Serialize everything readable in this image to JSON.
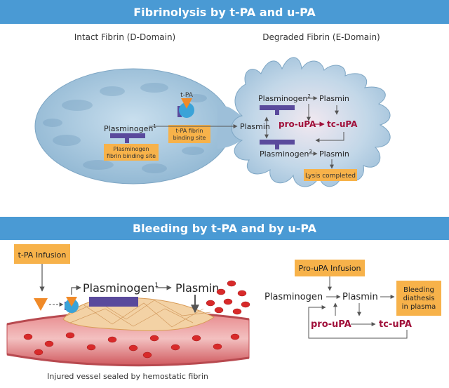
{
  "top_section": {
    "title": "Fibrinolysis by t-PA and u-PA",
    "intact_label": "Intact Fibrin (D-Domain)",
    "degraded_label": "Degraded Fibrin (E-Domain)",
    "tpa_label": "t-PA",
    "plasminogen1": "Plasminogen",
    "plasminogen1_sup": "1",
    "plasminogen_site": [
      "Plasminogen",
      "fibrin binding site"
    ],
    "tpa_site": [
      "t-PA fibrin",
      "binding site"
    ],
    "plasmin_center": "Plasmin",
    "plasminogen2": "Plasminogen",
    "plasminogen2_sup": "2",
    "plasmin_upper": "Plasmin",
    "pro_upa": "pro-uPA",
    "tc_upa": "tc-uPA",
    "plasminogen3": "Plasminogen",
    "plasminogen3_sup": "3",
    "plasmin_lower": "Plasmin",
    "lysis": "Lysis completed"
  },
  "bottom_section": {
    "title": "Bleeding by t-PA and by u-PA",
    "tpa_infusion": "t-PA Infusion",
    "plasminogen": "Plasminogen",
    "plasminogen_sup": "1",
    "plasmin": "Plasmin",
    "vessel_caption": "Injured vessel sealed by hemostatic fibrin",
    "prouPA_infusion": "Pro-uPA Infusion",
    "right_plasminogen": "Plasminogen",
    "right_plasmin": "Plasmin",
    "bleeding": [
      "Bleeding",
      "diathesis",
      "in plasma"
    ],
    "right_pro_upa": "pro-uPA",
    "right_tc_upa": "tc-uPA"
  },
  "colors": {
    "header_bar": "#4a9ad4",
    "orange_box": "#f7b24a",
    "purple": "#5a4a9c",
    "crimson": "#a0103a",
    "fibrin_blue": "#a7c9df",
    "vessel": "#d96a6f",
    "rbc": "#d82a2a"
  }
}
